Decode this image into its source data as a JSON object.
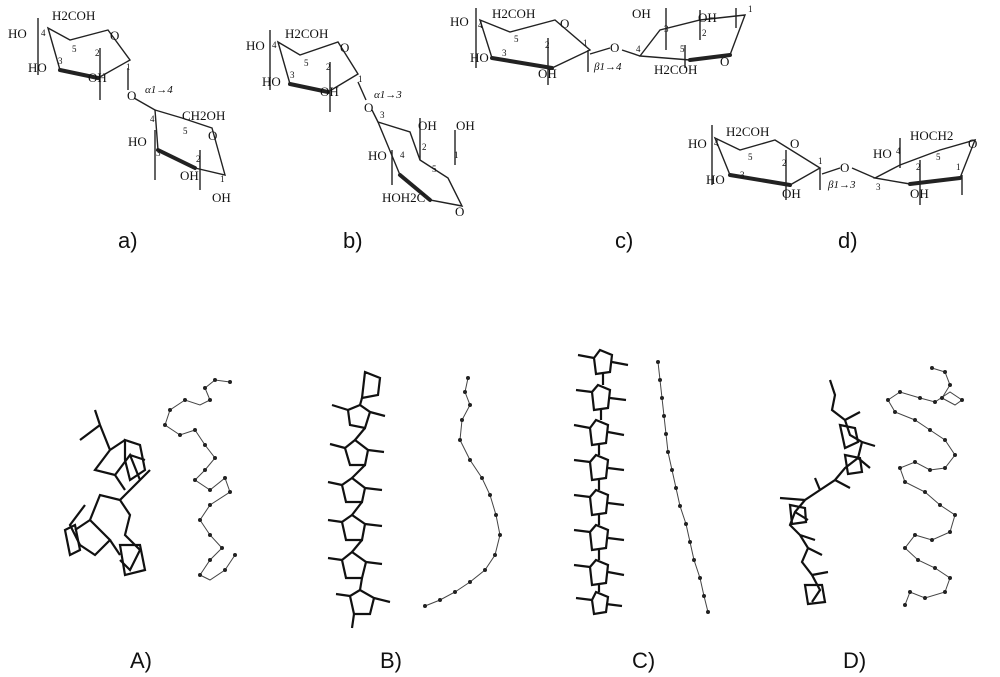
{
  "top_panels": [
    {
      "label": "a)",
      "linkage": "α1→4",
      "ring1": {
        "ch2oh": "H2COH",
        "oh": [
          "HO",
          "HO",
          "OH"
        ],
        "nums": [
          "4",
          "5",
          "3",
          "2",
          "1"
        ]
      },
      "ring2": {
        "ch2oh": "CH2OH",
        "oh": [
          "HO",
          "OH",
          "OH"
        ],
        "nums": [
          "4",
          "5",
          "3",
          "2",
          "1"
        ]
      }
    },
    {
      "label": "b)",
      "linkage": "α1→3",
      "ring1": {
        "ch2oh": "H2COH",
        "oh": [
          "HO",
          "HO",
          "OH"
        ],
        "nums": [
          "4",
          "5",
          "3",
          "2",
          "1"
        ]
      },
      "ring2": {
        "ch2oh": "HOH2C",
        "oh": [
          "OH",
          "HO",
          "OH"
        ],
        "nums": [
          "3",
          "2",
          "4",
          "5",
          "1"
        ]
      }
    },
    {
      "label": "c)",
      "linkage": "β1→4",
      "ring1": {
        "ch2oh": "H2COH",
        "oh": [
          "HO",
          "HO",
          "OH"
        ],
        "nums": [
          "4",
          "5",
          "3",
          "2",
          "1"
        ]
      },
      "ring2": {
        "ch2oh": "H2COH",
        "oh": [
          "OH",
          "OH"
        ],
        "nums": [
          "3",
          "2",
          "1",
          "4",
          "5"
        ]
      }
    },
    {
      "label": "d)",
      "linkage": "β1→3",
      "ring1": {
        "ch2oh": "H2COH",
        "oh": [
          "HO",
          "HO",
          "OH"
        ],
        "nums": [
          "4",
          "5",
          "3",
          "2",
          "1"
        ]
      },
      "ring2": {
        "ch2oh": "HOCH2",
        "oh": [
          "HO",
          "OH"
        ],
        "nums": [
          "4",
          "5",
          "3",
          "2",
          "1"
        ]
      }
    }
  ],
  "bottom_panels": [
    {
      "label": "A)",
      "shape": "helix"
    },
    {
      "label": "B)",
      "shape": "curve"
    },
    {
      "label": "C)",
      "shape": "straight"
    },
    {
      "label": "D)",
      "shape": "helix-loose"
    }
  ],
  "colors": {
    "ink": "#111111",
    "background": "#ffffff"
  }
}
